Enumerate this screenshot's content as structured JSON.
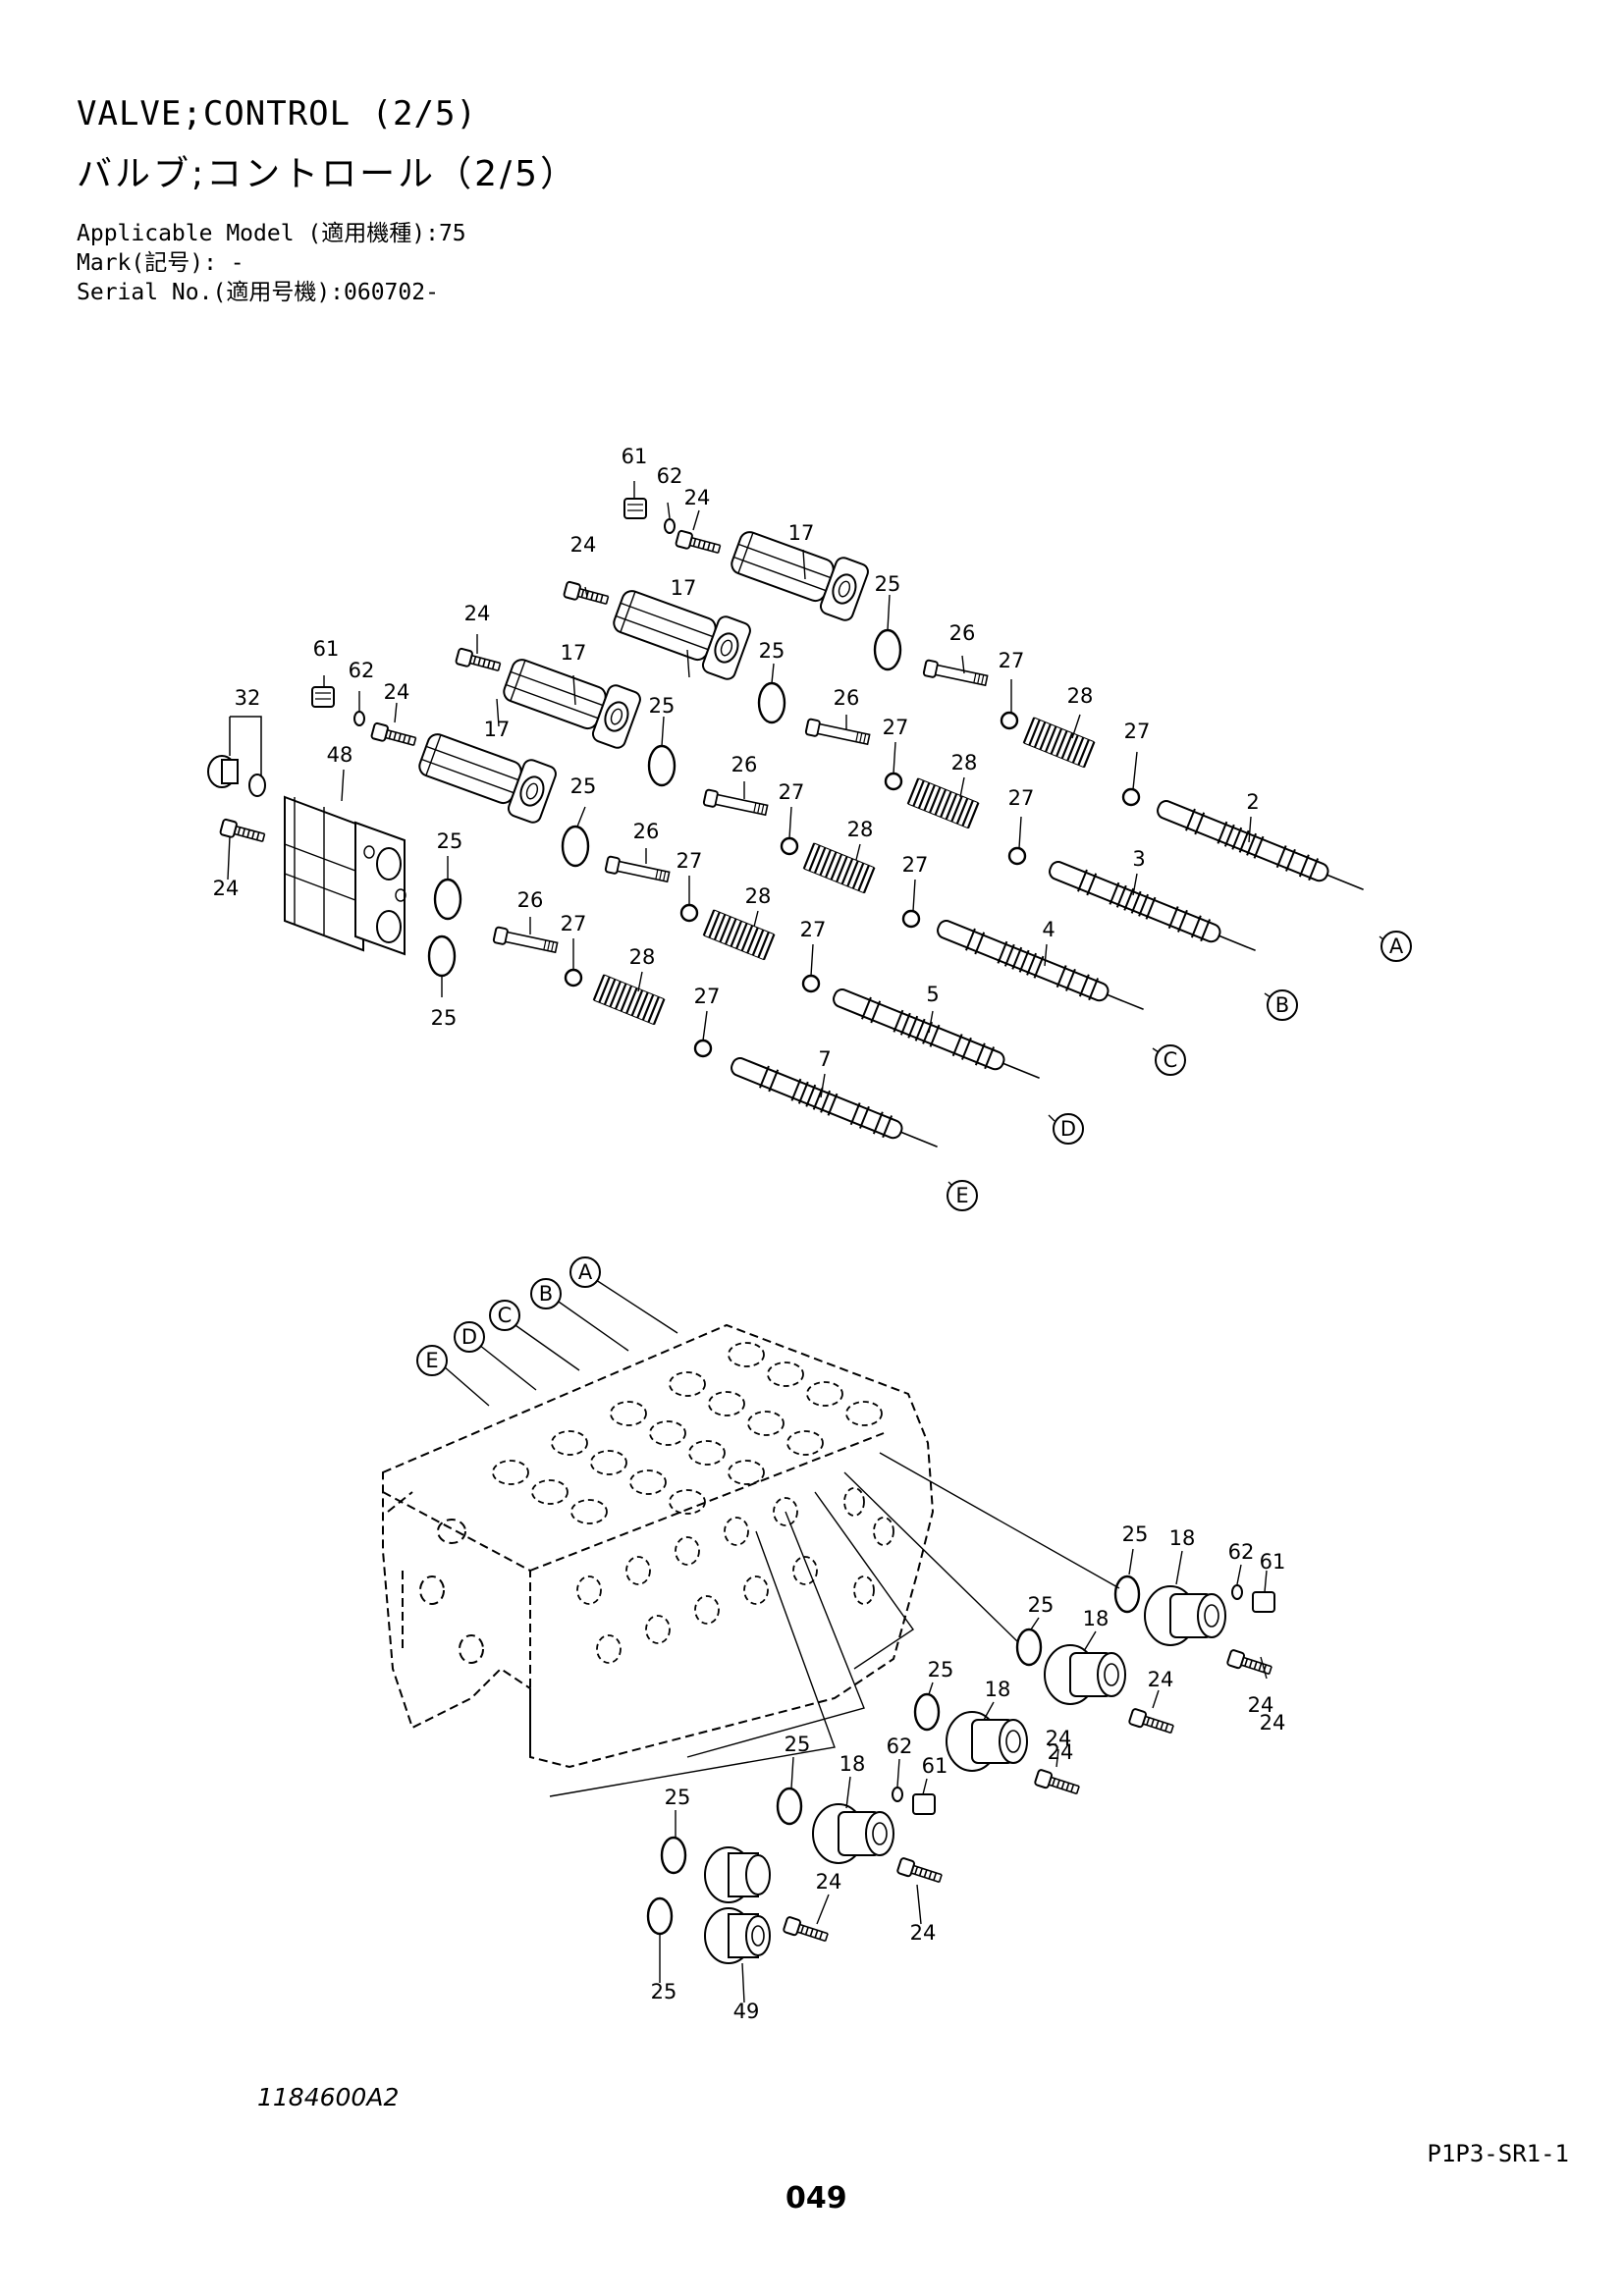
{
  "header": {
    "title_en": "VALVE;CONTROL (2/5)",
    "title_ja": "バルブ;コントロール（2/5）",
    "applicable_model": "Applicable Model (適用機種):75",
    "mark": "Mark(記号): -",
    "serial_no": "Serial No.(適用号機):060702-"
  },
  "footer": {
    "drawing_number": "1184600A2",
    "page_ref": "P1P3-SR1-1",
    "page_number": "049"
  },
  "callouts": {
    "c61a": "61",
    "c62a": "62",
    "c24a": "24",
    "c17a": "17",
    "c25a": "25",
    "c24b": "24",
    "c17b": "17",
    "c25b": "25",
    "c24c": "24",
    "c17c": "17",
    "c25c": "25",
    "c61b": "61",
    "c62b": "62",
    "c24d": "24",
    "c17d": "17",
    "c25d": "25",
    "c32": "32",
    "c48": "48",
    "c24e": "24",
    "c25e": "25",
    "c25f": "25",
    "c26a": "26",
    "c27a": "27",
    "c28a": "28",
    "c27b": "27",
    "c2": "2",
    "c26b": "26",
    "c27c": "27",
    "c28b": "28",
    "c27d": "27",
    "c3": "3",
    "c26c": "26",
    "c27e": "27",
    "c28c": "28",
    "c27f": "27",
    "c4": "4",
    "c26d": "26",
    "c27g": "27",
    "c28d": "28",
    "c27h": "27",
    "c5": "5",
    "c26e": "26",
    "c27i": "27",
    "c28e": "28",
    "c27j": "27",
    "c7": "7",
    "r25a": "25",
    "r18a": "18",
    "r62a": "62",
    "r61a": "61",
    "r24a": "24",
    "r25b": "25",
    "r18b": "18",
    "r24b": "24",
    "r24c": "24",
    "r25c": "25",
    "r18c": "18",
    "r24d": "24",
    "r25d": "25",
    "r18d": "18",
    "r62b": "62",
    "r61b": "61",
    "r24e": "24",
    "r24f": "24",
    "r25e": "25",
    "r25f": "25",
    "r24g": "24",
    "r49": "49"
  },
  "markers": {
    "A": "A",
    "B": "B",
    "C": "C",
    "D": "D",
    "E": "E"
  }
}
